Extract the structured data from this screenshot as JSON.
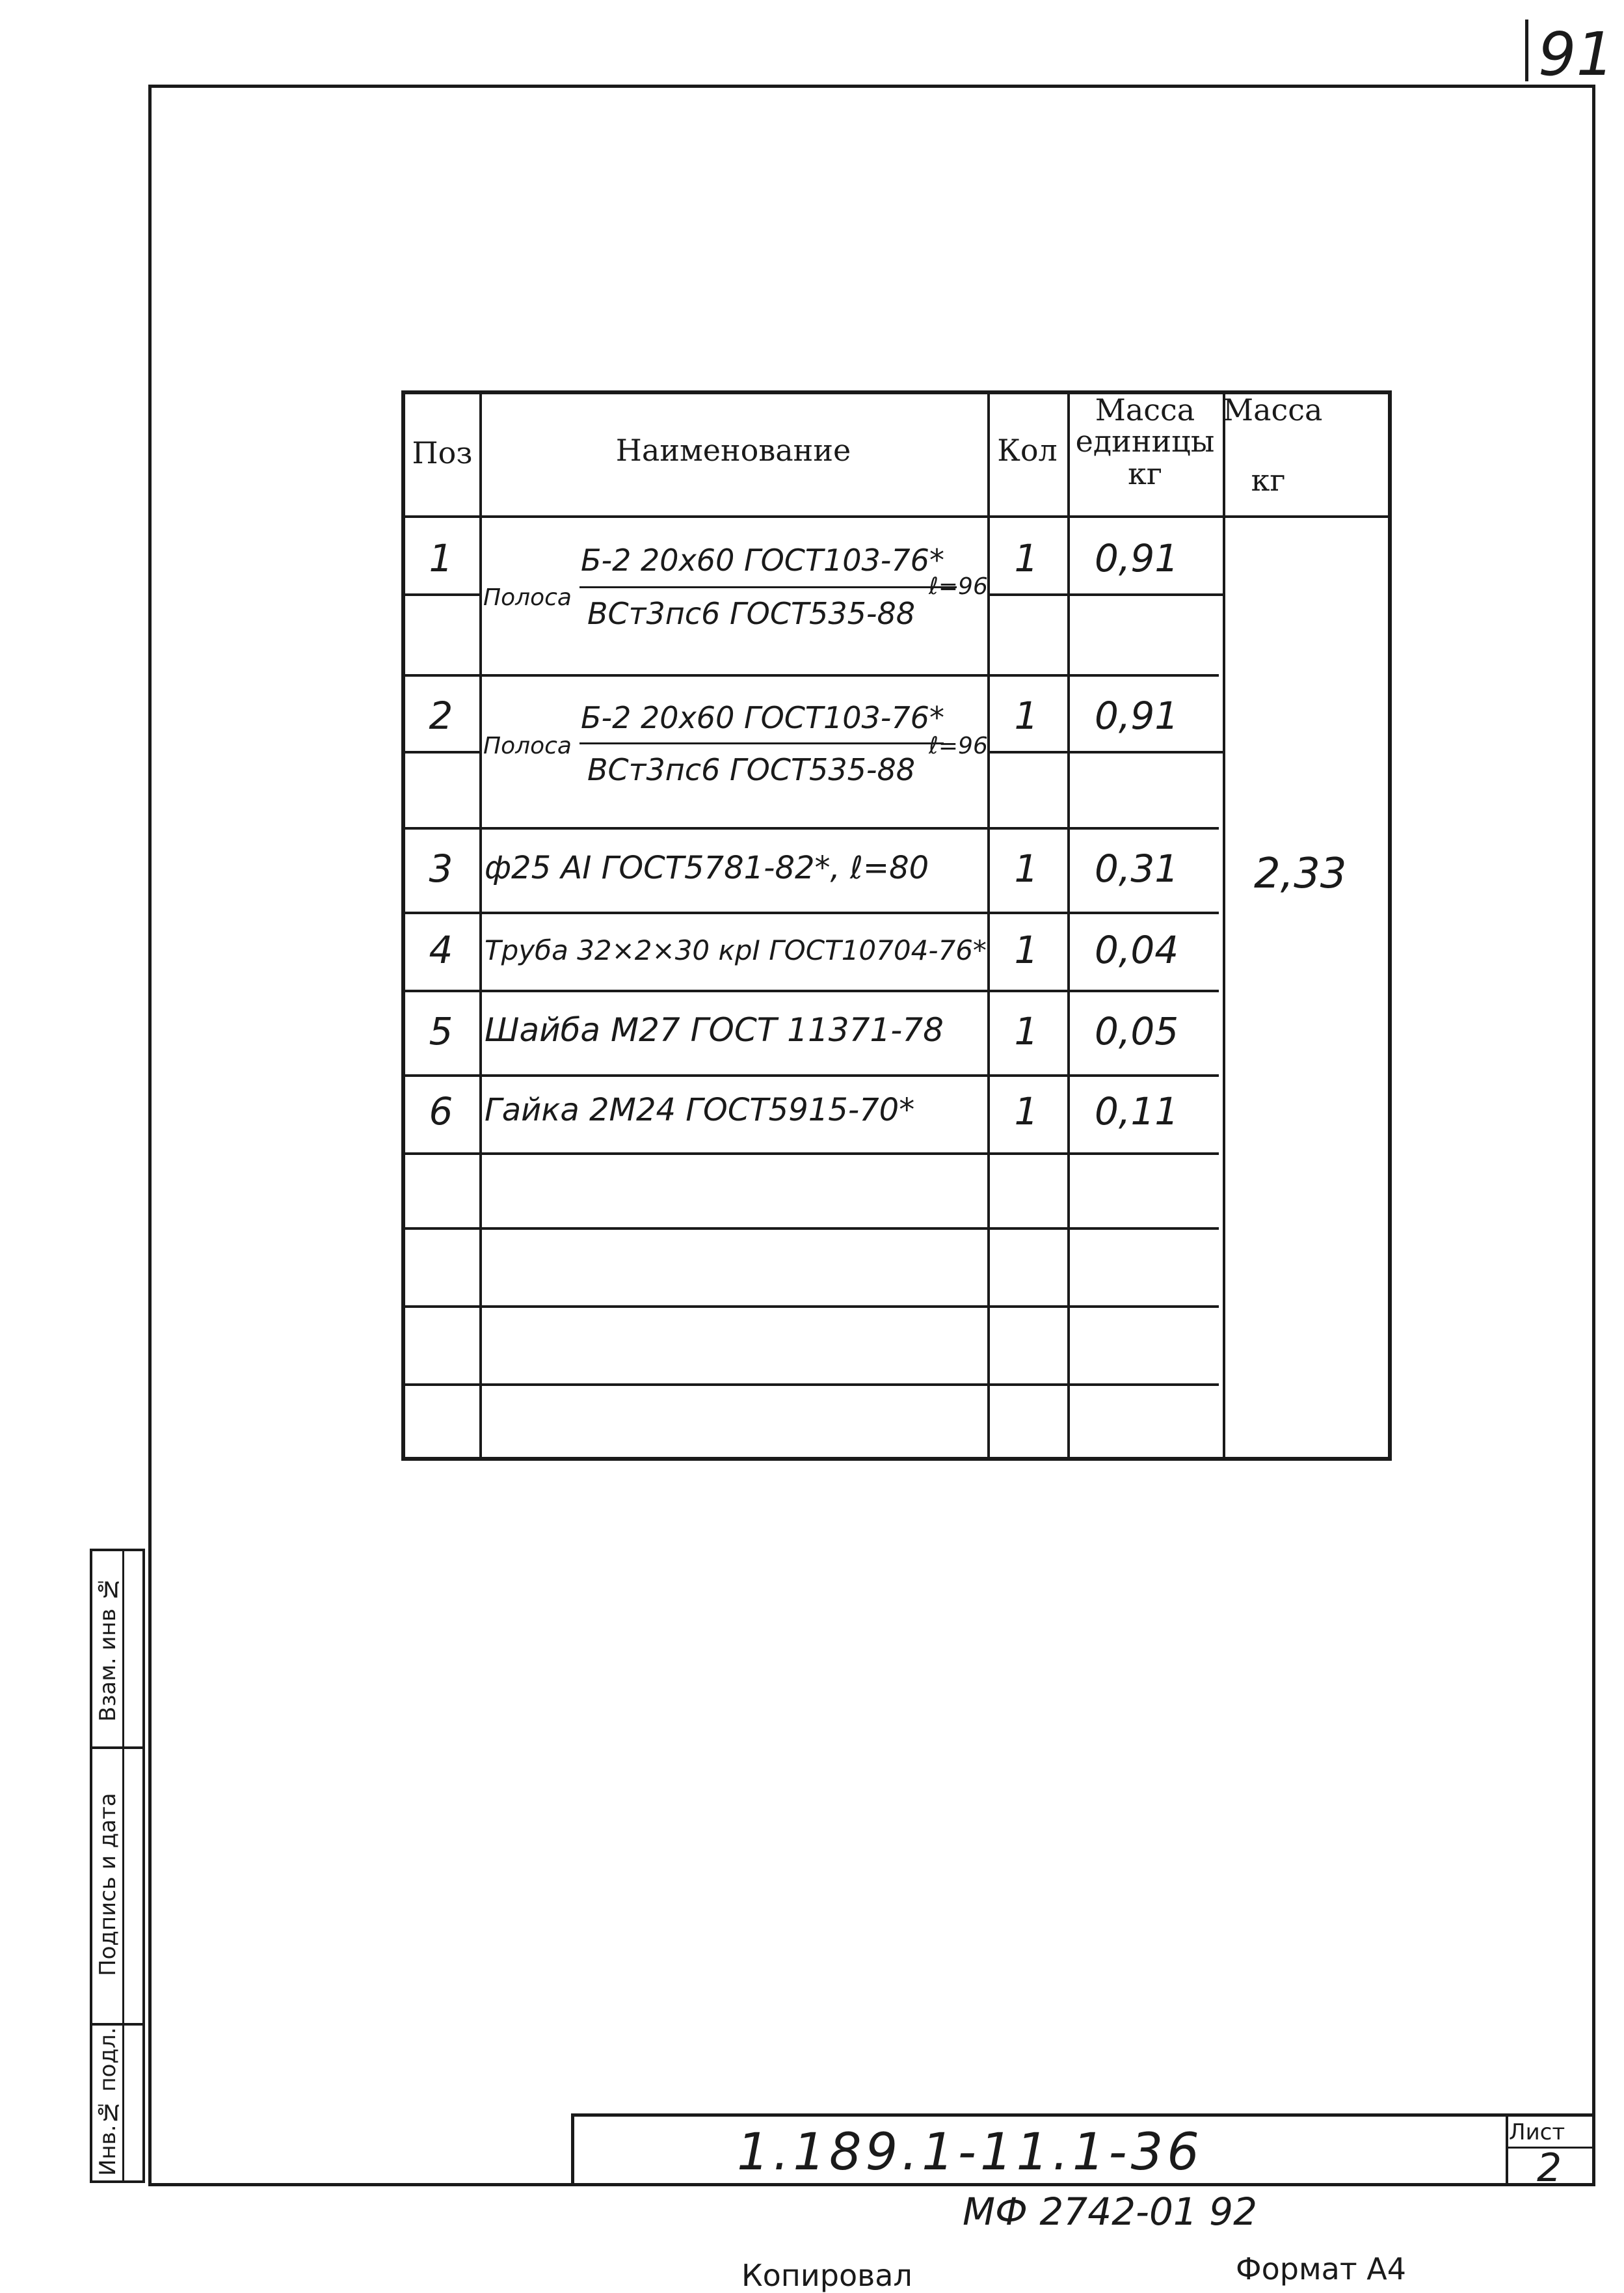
{
  "page_number": "91",
  "table": {
    "headers": {
      "pos": "Поз",
      "name": "Наименование",
      "qty": "Кол",
      "unit_mass_line1": "Масса",
      "unit_mass_line2": "единицы",
      "unit_mass_line3": "кг",
      "mass_line1": "Масса",
      "mass_line2": "кг"
    },
    "rows": [
      {
        "pos": "1",
        "prefix": "Полоса",
        "top": "Б-2 20х60 ГОСТ103-76*",
        "bottom": "ВСт3пс6 ГОСТ535-88",
        "suffix": "ℓ=96",
        "qty": "1",
        "unit_mass": "0,91"
      },
      {
        "pos": "2",
        "prefix": "Полоса",
        "top": "Б-2 20х60 ГОСТ103-76*",
        "bottom": "ВСт3пс6 ГОСТ535-88",
        "suffix": "ℓ=96",
        "qty": "1",
        "unit_mass": "0,91"
      },
      {
        "pos": "3",
        "name": "ф25 АI ГОСТ5781-82*, ℓ=80",
        "qty": "1",
        "unit_mass": "0,31"
      },
      {
        "pos": "4",
        "name": "Труба 32×2×30 крI ГОСТ10704-76*",
        "qty": "1",
        "unit_mass": "0,04"
      },
      {
        "pos": "5",
        "name": "Шайба М27 ГОСТ 11371-78",
        "qty": "1",
        "unit_mass": "0,05"
      },
      {
        "pos": "6",
        "name": "Гайка 2М24 ГОСТ5915-70*",
        "qty": "1",
        "unit_mass": "0,11"
      }
    ],
    "total_mass": "2,33"
  },
  "side_stamp": {
    "inv_orig": "Инв.№ подл.",
    "sign_date": "Подпись и дата",
    "inv_replace": "Взам. инв №"
  },
  "title_block": {
    "designation": "1.189.1-11.1-36",
    "sheet_label": "Лист",
    "sheet_number": "2"
  },
  "footer": {
    "code": "МФ 2742-01  92",
    "copied": "Копировал",
    "format": "Формат А4"
  }
}
